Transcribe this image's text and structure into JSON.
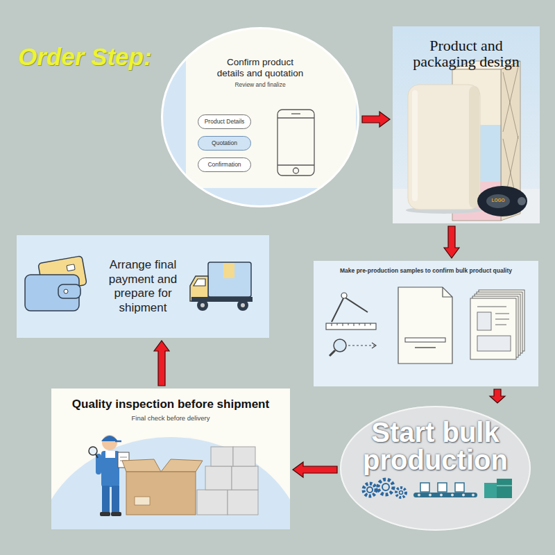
{
  "diagram": {
    "title": "Order Step:",
    "nodes": [
      {
        "text": [
          "Confirm product details and quotation",
          "Review and finalize"
        ]
      },
      {
        "text": [
          "Product Details"
        ],
        "in": 0
      },
      {
        "text": [
          "Quotation"
        ],
        "in": 0
      },
      {
        "text": [
          "Confirmation"
        ],
        "in": 0
      },
      {
        "text": [
          "Product and packaging design"
        ]
      },
      {
        "text": [
          "Make pre-production samples to confirm bulk product quality"
        ]
      },
      {
        "text": [
          "Start bulk production"
        ]
      },
      {
        "text": [
          "Quality inspection before shipment",
          "Final check before delivery"
        ]
      },
      {
        "text": [
          "Arrange final payment and prepare for shipment"
        ]
      }
    ],
    "edges": [
      {
        "from": 0,
        "to": 4,
        "arrow": "to"
      },
      {
        "from": 4,
        "to": 5,
        "arrow": "to"
      },
      {
        "from": 5,
        "to": 6,
        "arrow": "to"
      },
      {
        "from": 6,
        "to": 7,
        "arrow": "to"
      },
      {
        "from": 7,
        "to": 8,
        "arrow": "to"
      }
    ],
    "labels": [
      "LOGO"
    ]
  }
}
